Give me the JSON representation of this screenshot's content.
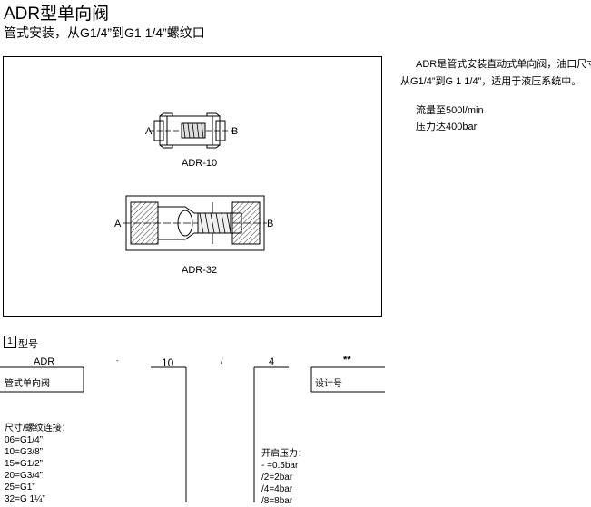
{
  "header": {
    "title": "ADR型单向阀",
    "subtitle": "管式安装，从G1/4”到G1 1/4”螺纹口"
  },
  "figure": {
    "port_a": "A",
    "port_b": "B",
    "small_valve_label": "ADR-10",
    "large_valve_label": "ADR-32"
  },
  "description": {
    "line1": "ADR是管式安装直动式单向阀，油口尺寸",
    "line2": "从G1/4”到G 1 1/4”，适用于液压系统中。",
    "flow": "流量至500l/min",
    "pressure": "压力达400bar"
  },
  "ordering": {
    "section_number": "1",
    "section_title": "型号",
    "code_adr": "ADR",
    "code_dash": "-",
    "code_size": "10",
    "code_slash": "/",
    "code_pressure": "4",
    "code_design": "**",
    "type_label": "管式单向阀",
    "design_label": "设计号",
    "size_heading": "尺寸/螺纹连接：",
    "sizes": [
      "06=G1/4”",
      "10=G3/8”",
      "15=G1/2”",
      "20=G3/4”",
      "25=G1”",
      "32=G 1¼”"
    ],
    "pressure_heading": "开启压力：",
    "pressures": [
      "-  =0.5bar",
      "/2=2bar",
      "/4=4bar",
      "/8=8bar"
    ]
  }
}
